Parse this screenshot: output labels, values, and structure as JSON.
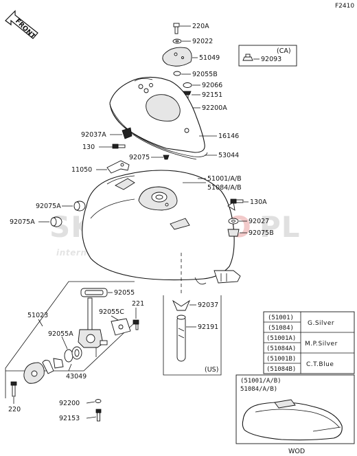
{
  "diagram_code": "F2410",
  "front_arrow_label": "FRONT",
  "watermark": {
    "brand_left": "SKLEP",
    "brand_right": "MOTO",
    "brand_suffix": "PL",
    "tagline": "internetowy sklep motocyklowy"
  },
  "callouts": {
    "c220a": "220A",
    "c92022": "92022",
    "c51049": "51049",
    "c92055b": "92055B",
    "c92066": "92066",
    "c92151": "92151",
    "c92200a": "92200A",
    "c16146": "16146",
    "c53044": "53044",
    "c92037a": "92037A",
    "c130": "130",
    "c92075": "92075",
    "c11050": "11050",
    "c51001": "51001/A/B",
    "c51084": "51084/A/B",
    "c130a": "130A",
    "c92075a_1": "92075A",
    "c92075a_2": "92075A",
    "c92027": "92027",
    "c92075b": "92075B",
    "c92055": "92055",
    "c221": "221",
    "c92055c": "92055C",
    "c51023": "51023",
    "c92055a": "92055A",
    "c43049": "43049",
    "c220": "220",
    "c92200": "92200",
    "c92153": "92153",
    "c92037": "92037",
    "c92191": "92191"
  },
  "ca_box": {
    "region": "(CA)",
    "part": "92093"
  },
  "us_box": {
    "region": "(US)"
  },
  "color_table": {
    "rows": [
      {
        "code": "(51001)",
        "color": ""
      },
      {
        "code": "(51084)",
        "color": "G.Silver"
      },
      {
        "code": "(51001A)",
        "color": ""
      },
      {
        "code": "(51084A)",
        "color": "M.P.Silver"
      },
      {
        "code": "(51001B)",
        "color": ""
      },
      {
        "code": "(51084B)",
        "color": "C.T.Blue"
      }
    ]
  },
  "wod_box": {
    "line1": "(51001/A/B)",
    "line2": "51084/A/B)",
    "footer": "WOD"
  }
}
